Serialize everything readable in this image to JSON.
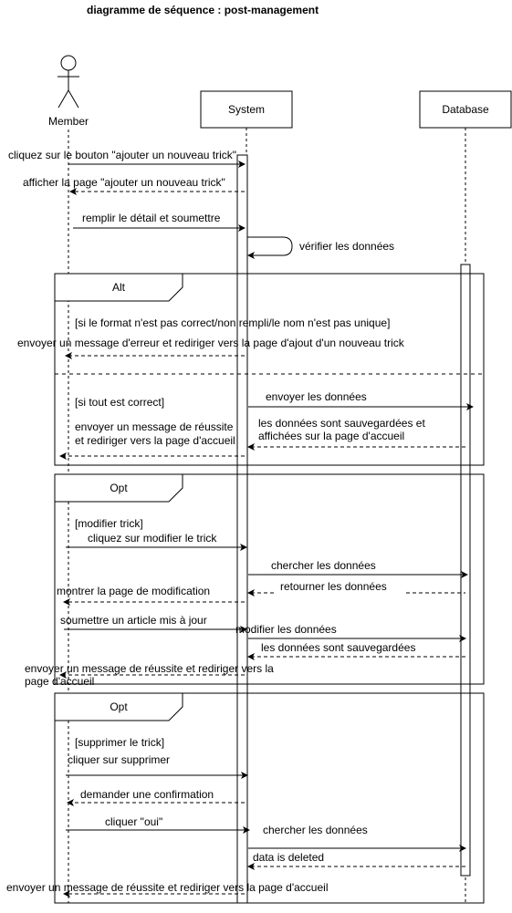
{
  "title": "diagramme de séquence : post-management",
  "participants": {
    "member": "Member",
    "system": "System",
    "database": "Database"
  },
  "fragments": {
    "alt": {
      "operator": "Alt",
      "guard1": "[si le format n'est pas correct/non rempli/le nom n'est pas unique]",
      "guard2": "[si tout est correct]"
    },
    "opt1": {
      "operator": "Opt",
      "guard": "[modifier trick]"
    },
    "opt2": {
      "operator": "Opt",
      "guard": "[supprimer le trick]"
    }
  },
  "messages": {
    "m1": "cliquez sur le bouton \"ajouter un nouveau trick\"",
    "m2": "afficher la page \"ajouter un nouveau trick\"",
    "m3": "remplir le détail et soumettre",
    "m4": "vérifier les données",
    "m5": "envoyer un message d'erreur et rediriger vers la page d'ajout d'un nouveau trick",
    "m6": "envoyer les données",
    "m7a": "les données sont sauvegardées et",
    "m7b": "affichées sur la page d'accueil",
    "m8a": "envoyer un message de réussite",
    "m8b": "et rediriger vers la page d'accueil",
    "m9": "cliquez sur modifier le trick",
    "m10": "chercher les données",
    "m11": "retourner les données",
    "m12": "montrer la page de modification",
    "m13": "soumettre un article mis à jour",
    "m14": "modifier les données",
    "m15": "les données sont sauvegardées",
    "m16a": "envoyer un message de réussite et rediriger vers la",
    "m16b": "page d'accueil",
    "m17": "cliquer sur supprimer",
    "m18": "demander une confirmation",
    "m19": "cliquer \"oui\"",
    "m20": "chercher les données",
    "m21": "data is deleted",
    "m22": "envoyer un message de réussite et rediriger vers la page d'accueil"
  }
}
